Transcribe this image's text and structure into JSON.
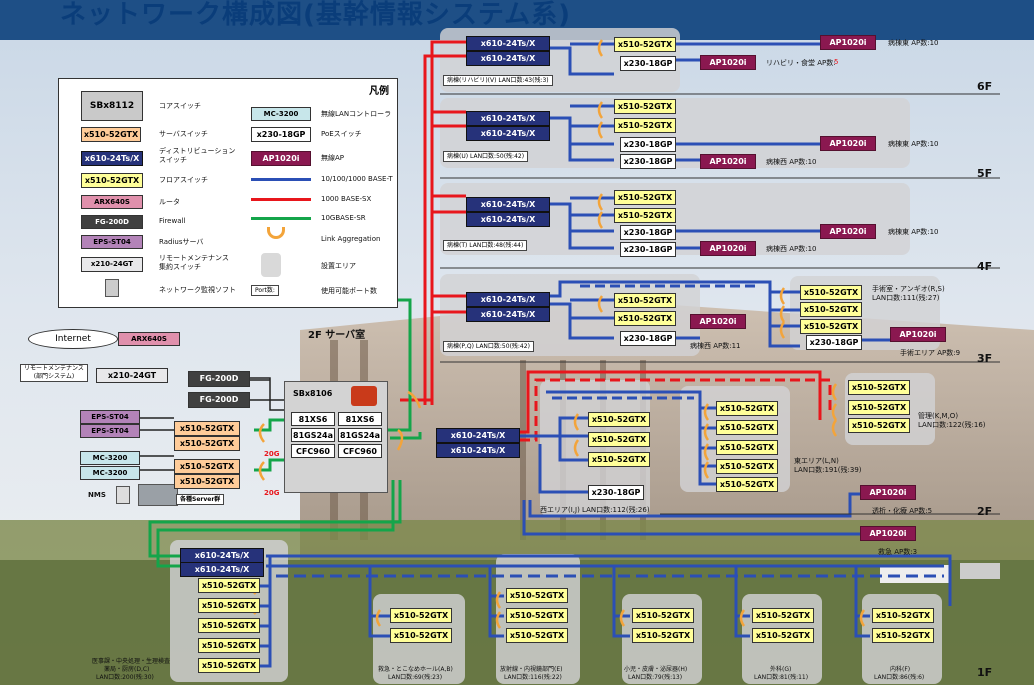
{
  "title": "ネットワーク構成図(基幹情報システム系)",
  "legend": {
    "title": "凡例",
    "core_switch": {
      "box": "SBx8112",
      "label": "コアスイッチ"
    },
    "server_switch": {
      "box": "x510-52GTX",
      "label": "サーバスイッチ"
    },
    "dist_switch": {
      "box": "x610-24Ts/X",
      "label": "ディストリビューション\nスイッチ"
    },
    "floor_switch": {
      "box": "x510-52GTX",
      "label": "フロアスイッチ"
    },
    "router": {
      "box": "ARX640S",
      "label": "ルータ"
    },
    "firewall": {
      "box": "FG-200D",
      "label": "Firewall"
    },
    "radius": {
      "box": "EPS-ST04",
      "label": "Radiusサーバ"
    },
    "remote": {
      "box": "x210-24GT",
      "label": "リモートメンテナンス\n集約スイッチ"
    },
    "nms": {
      "label": "ネットワーク監視ソフト"
    },
    "wlc": {
      "box": "MC-3200",
      "label": "無線LANコントローラ"
    },
    "poe": {
      "box": "x230-18GP",
      "label": "PoEスイッチ"
    },
    "ap": {
      "box": "AP1020i",
      "label": "無線AP"
    },
    "line_base_t": "10/100/1000 BASE-T",
    "line_sx": "1000 BASE-SX",
    "line_sr": "10GBASE-SR",
    "link_agg": "Link Aggregation",
    "install_area": "設置エリア",
    "port_box": "Port数:",
    "port_label": "使用可能ポート数"
  },
  "floors": [
    "6F",
    "5F",
    "4F",
    "3F",
    "2F",
    "1F"
  ],
  "server_room": "2F サーバ室",
  "core": {
    "name": "SBx8106",
    "cells": [
      "81XS6",
      "81XS6",
      "81GS24a",
      "81GS24a",
      "CFC960",
      "CFC960"
    ]
  },
  "left": {
    "internet": "Internet",
    "router": "ARX640S",
    "remote_label": "リモートメンテナンス\n(部門システム)",
    "remote_switch": "x210-24GT",
    "fw1": "FG-200D",
    "fw2": "FG-200D",
    "eps1": "EPS-ST04",
    "eps2": "EPS-ST04",
    "mc1": "MC-3200",
    "mc2": "MC-3200",
    "nms": "NMS",
    "servers_label": "各種Server群",
    "srv_sw": [
      "x510-52GTX",
      "x510-52GTX",
      "x510-52GTX",
      "x510-52GTX"
    ],
    "speed1": "20G",
    "speed2": "20G"
  },
  "f6": {
    "dist": [
      "x610-24Ts/X",
      "x610-24Ts/X"
    ],
    "floor": "x510-52GTX",
    "poe": "x230-18GP",
    "ap_main": "AP1020i",
    "ap_main_label": "病棟東 AP数:10",
    "ap_rehab": "AP1020i",
    "ap_rehab_label_a": "リハビリ・食堂 AP数:",
    "ap_rehab_label_b": "5",
    "area_label": "病棟(リハビリ)(V) LAN口数:43(残:3)"
  },
  "f5": {
    "dist": [
      "x610-24Ts/X",
      "x610-24Ts/X"
    ],
    "floors": [
      "x510-52GTX",
      "x510-52GTX"
    ],
    "poe": [
      "x230-18GP",
      "x230-18GP"
    ],
    "ap_east": "AP1020i",
    "ap_east_label": "病棟東 AP数:10",
    "ap_west": "AP1020i",
    "ap_west_label": "病棟西 AP数:10",
    "area_label": "病棟(U) LAN口数:50(残:42)"
  },
  "f4": {
    "dist": [
      "x610-24Ts/X",
      "x610-24Ts/X"
    ],
    "floors": [
      "x510-52GTX",
      "x510-52GTX"
    ],
    "poe": [
      "x230-18GP",
      "x230-18GP"
    ],
    "ap_east": "AP1020i",
    "ap_east_label": "病棟東 AP数:10",
    "ap_west": "AP1020i",
    "ap_west_label": "病棟西 AP数:10",
    "area_label": "病棟(T) LAN口数:48(残:44)"
  },
  "f3": {
    "dist": [
      "x610-24Ts/X",
      "x610-24Ts/X"
    ],
    "floors": [
      "x510-52GTX",
      "x510-52GTX"
    ],
    "poe": "x230-18GP",
    "ap": "AP1020i",
    "ap_label": "病棟西 AP数:11",
    "area_label": "病棟(P,Q) LAN口数:50(残:42)",
    "or_floors": [
      "x510-52GTX",
      "x510-52GTX",
      "x510-52GTX"
    ],
    "or_poe": "x230-18GP",
    "or_label_a": "手術室・アンギオ(R,S)",
    "or_label_b": "LAN口数:111(残:27)",
    "or_ap": "AP1020i",
    "or_ap_label": "手術エリア AP数:9"
  },
  "f2": {
    "dist": [
      "x610-24Ts/X",
      "x610-24Ts/X"
    ],
    "west_floors": [
      "x510-52GTX",
      "x510-52GTX",
      "x510-52GTX"
    ],
    "west_poe": "x230-18GP",
    "west_label": "西エリア(I,J) LAN口数:112(残:26)",
    "east_floors": [
      "x510-52GTX",
      "x510-52GTX",
      "x510-52GTX",
      "x510-52GTX",
      "x510-52GTX"
    ],
    "east_label_a": "東エリア(L,N)",
    "east_label_b": "LAN口数:191(残:39)",
    "mgmt_floors": [
      "x510-52GTX",
      "x510-52GTX",
      "x510-52GTX"
    ],
    "mgmt_label_a": "管理(K,M,O)",
    "mgmt_label_b": "LAN口数:122(残:16)",
    "ap_dialysis": "AP1020i",
    "ap_dialysis_label": "透析・化療 AP数:5",
    "ap_er": "AP1020i",
    "ap_er_label": "救急 AP数:3"
  },
  "f1": {
    "dist": [
      "x610-24Ts/X",
      "x610-24Ts/X"
    ],
    "main_floors": [
      "x510-52GTX",
      "x510-52GTX",
      "x510-52GTX",
      "x510-52GTX",
      "x510-52GTX"
    ],
    "main_label_a": "医事課・中央処理・生理検査",
    "main_label_b": "薬局・厨房(D,C)",
    "main_label_c": "LAN口数:200(残:30)",
    "groups": [
      {
        "sw": [
          "x510-52GTX",
          "x510-52GTX"
        ],
        "label_a": "救急・とこなめホール(A,B)",
        "label_b": "LAN口数:69(残:23)"
      },
      {
        "sw": [
          "x510-52GTX",
          "x510-52GTX",
          "x510-52GTX"
        ],
        "label_a": "放射線・内視鏡部門(E)",
        "label_b": "LAN口数:116(残:22)"
      },
      {
        "sw": [
          "x510-52GTX",
          "x510-52GTX"
        ],
        "label_a": "小児・皮膚・泌尿器(H)",
        "label_b": "LAN口数:79(残:13)"
      },
      {
        "sw": [
          "x510-52GTX",
          "x510-52GTX"
        ],
        "label_a": "外科(G)",
        "label_b": "LAN口数:81(残:11)"
      },
      {
        "sw": [
          "x510-52GTX",
          "x510-52GTX"
        ],
        "label_a": "内科(F)",
        "label_b": "LAN口数:86(残:6)"
      }
    ]
  },
  "colors": {
    "base_t": "#2b4fb5",
    "sx": "#e8161c",
    "sr": "#14a54a",
    "agg": "#f3a43a",
    "dist": "#26327a",
    "ap": "#8a1850"
  }
}
